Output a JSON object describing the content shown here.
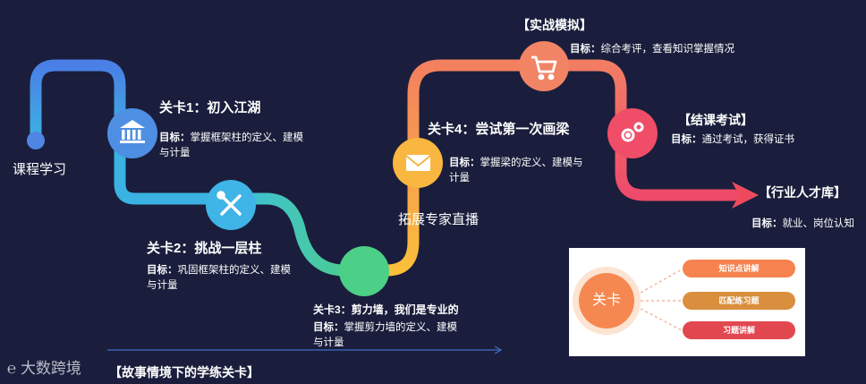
{
  "start_label": "课程学习",
  "live_label": "拓展专家直播",
  "goal_prefix": "目标：",
  "stages": [
    {
      "title": "关卡1：初入江湖",
      "goal": "掌握框架柱的定义、建模与计量",
      "icon": "bank-icon"
    },
    {
      "title": "关卡2：挑战一层柱",
      "goal": "巩固框架柱的定义、建模与计量",
      "icon": "wrench-screwdriver-icon"
    },
    {
      "title": "关卡3：剪力墙，我们是专业的",
      "goal": "掌握剪力墙的定义、建模与计量",
      "icon": "green-dot"
    },
    {
      "title": "关卡4：尝试第一次画梁",
      "goal": "掌握梁的定义、建模与计量",
      "icon": "mail-icon"
    },
    {
      "title": "【实战模拟】",
      "goal": "综合考评，查看知识掌握情况",
      "icon": "cart-icon"
    },
    {
      "title": "【结课考试】",
      "goal": "通过考试，获得证书",
      "icon": "gears-icon"
    },
    {
      "title": "【行业人才库】",
      "goal": "就业、岗位认知",
      "icon": "arrow-icon"
    }
  ],
  "card": {
    "badge": "关卡",
    "items": [
      "知识点讲解",
      "匹配练习题",
      "习题讲解"
    ],
    "colors": [
      "#f5834f",
      "#d98f3e",
      "#e2484f"
    ]
  },
  "footer": {
    "logo": "大数跨境",
    "caption": "【故事情境下的学练关卡】"
  },
  "colors": {
    "background": "#1a1e3c",
    "blue": "#4e8fe3",
    "cyan": "#38b4e0",
    "green": "#4ccf86",
    "orange": "#f8b33f",
    "salmon": "#f08465",
    "pink": "#ef4d68"
  }
}
